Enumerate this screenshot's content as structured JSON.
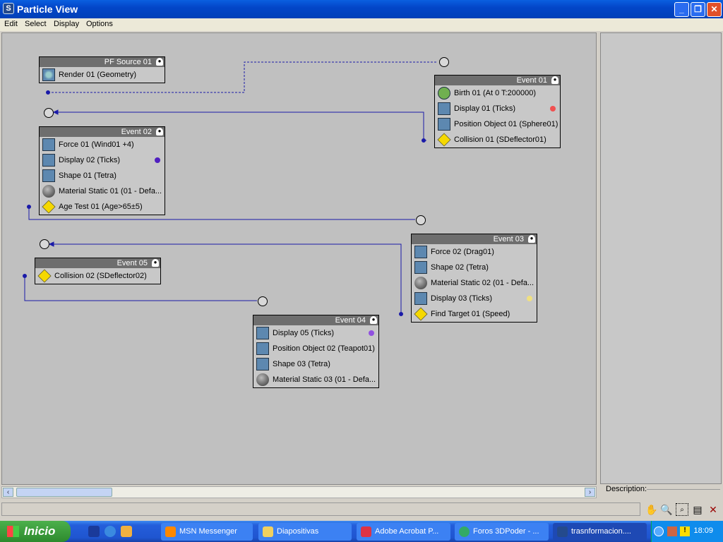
{
  "window": {
    "title": "Particle View",
    "icon": "3dsmax-icon",
    "controls": [
      "minimize",
      "maximize",
      "close"
    ]
  },
  "menu": [
    "Edit",
    "Select",
    "Display",
    "Options"
  ],
  "nodes": [
    {
      "id": "pfsource",
      "title": "PF Source 01",
      "rows": [
        {
          "label": "Render 01 (Geometry)",
          "icon": "render"
        }
      ]
    },
    {
      "id": "event01",
      "title": "Event 01",
      "rows": [
        {
          "label": "Birth 01 (At 0 T:200000)",
          "icon": "birth"
        },
        {
          "label": "Display 01 (Ticks)",
          "icon": "display",
          "dot": "#f05050"
        },
        {
          "label": "Position Object 01 (Sphere01)",
          "icon": "position"
        },
        {
          "label": "Collision 01 (SDeflector01)",
          "icon": "test"
        }
      ]
    },
    {
      "id": "event02",
      "title": "Event 02",
      "rows": [
        {
          "label": "Force 01 (Wind01 +4)",
          "icon": "force"
        },
        {
          "label": "Display 02 (Ticks)",
          "icon": "display",
          "dot": "#5020c0"
        },
        {
          "label": "Shape 01 (Tetra)",
          "icon": "shape"
        },
        {
          "label": "Material Static 01 (01 - Defa...",
          "icon": "sphere"
        },
        {
          "label": "Age Test 01 (Age>65±5)",
          "icon": "test"
        }
      ]
    },
    {
      "id": "event03",
      "title": "Event 03",
      "rows": [
        {
          "label": "Force 02 (Drag01)",
          "icon": "force"
        },
        {
          "label": "Shape 02 (Tetra)",
          "icon": "shape"
        },
        {
          "label": "Material Static 02 (01 - Defa...",
          "icon": "sphere"
        },
        {
          "label": "Display 03 (Ticks)",
          "icon": "display",
          "dot": "#f0e080"
        },
        {
          "label": "Find Target 01 (Speed)",
          "icon": "test"
        }
      ]
    },
    {
      "id": "event05",
      "title": "Event 05",
      "rows": [
        {
          "label": "Collision 02 (SDeflector02)",
          "icon": "test"
        }
      ]
    },
    {
      "id": "event04",
      "title": "Event 04",
      "rows": [
        {
          "label": "Display 05 (Ticks)",
          "icon": "display",
          "dot": "#9050e0"
        },
        {
          "label": "Position Object 02 (Teapot01)",
          "icon": "position"
        },
        {
          "label": "Shape 03 (Tetra)",
          "icon": "shape"
        },
        {
          "label": "Material Static 03 (01 - Defa...",
          "icon": "sphere"
        }
      ]
    }
  ],
  "description_label": "Description:",
  "toolbar_icons": [
    "pan-icon",
    "zoom-icon",
    "zoom-region-icon",
    "zoom-extents-icon",
    "no-zoom-icon"
  ],
  "taskbar": {
    "start": "Inicio",
    "tasks": [
      "MSN Messenger",
      "Diapositivas",
      "Adobe Acrobat P...",
      "Foros 3DPoder - ...",
      "trasnformacion...."
    ],
    "clock": "18:09"
  }
}
